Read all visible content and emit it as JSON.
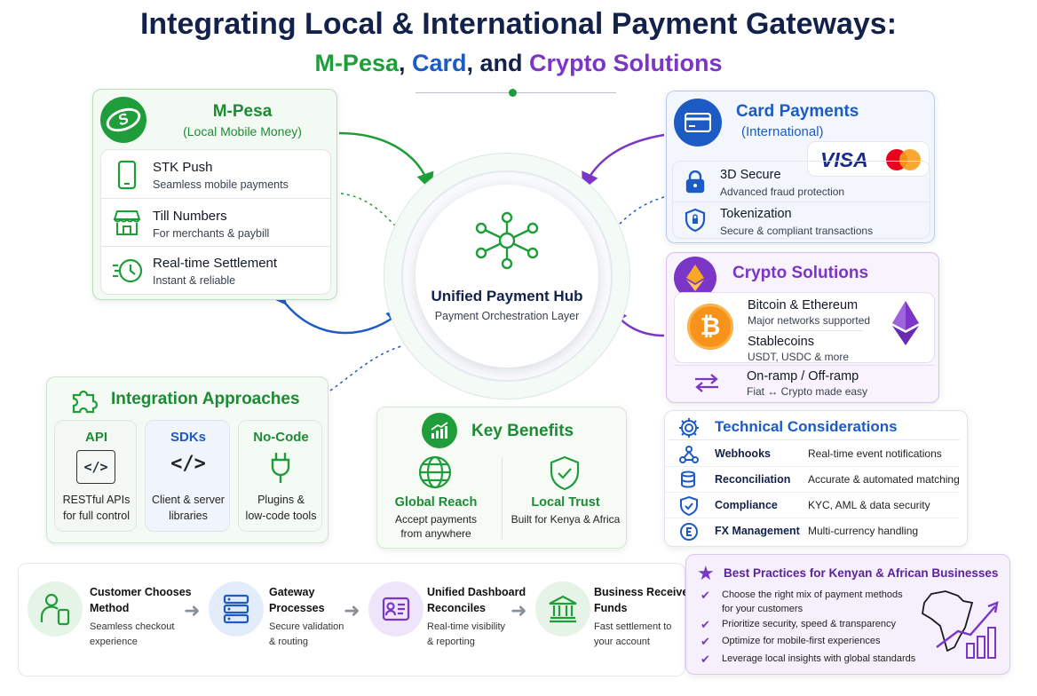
{
  "title": "Integrating Local & International Payment Gateways:",
  "subtitle": {
    "part1": "M-Pesa",
    "sep1": ", ",
    "part2": "Card",
    "sep2": ", and ",
    "part3": "Crypto Solutions"
  },
  "colors": {
    "green": "#1f9d3a",
    "blue": "#1d5bc4",
    "purple": "#7b35c7",
    "navy": "#13224a"
  },
  "mpesa": {
    "title": "M-Pesa",
    "subtitle": "(Local Mobile Money)",
    "logo_letter": "S",
    "items": [
      {
        "icon": "smartphone-icon",
        "title": "STK Push",
        "desc": "Seamless mobile payments"
      },
      {
        "icon": "store-icon",
        "title": "Till Numbers",
        "desc": "For merchants & paybill"
      },
      {
        "icon": "clock-icon",
        "title": "Real-time Settlement",
        "desc": "Instant & reliable"
      }
    ]
  },
  "cards": {
    "title": "Card Payments",
    "subtitle": "(International)",
    "visa": "VISA",
    "items": [
      {
        "icon": "lock-icon",
        "title": "3D Secure",
        "desc": "Advanced fraud protection"
      },
      {
        "icon": "shield-icon",
        "title": "Tokenization",
        "desc": "Secure & compliant transactions"
      }
    ]
  },
  "crypto": {
    "title": "Crypto Solutions",
    "items": [
      {
        "title": "Bitcoin & Ethereum",
        "desc": "Major networks supported"
      },
      {
        "title": "Stablecoins",
        "desc": "USDT, USDC & more"
      },
      {
        "title": "On-ramp / Off-ramp",
        "desc": "Fiat ↔ Crypto made easy"
      }
    ]
  },
  "hub": {
    "title": "Unified Payment Hub",
    "subtitle": "Payment Orchestration Layer"
  },
  "integration": {
    "title": "Integration Approaches",
    "options": [
      {
        "label": "API",
        "icon": "code-icon",
        "desc1": "RESTful APIs",
        "desc2": "for full control"
      },
      {
        "label": "SDKs",
        "icon": "code-icon",
        "desc1": "Client & server",
        "desc2": "libraries"
      },
      {
        "label": "No-Code",
        "icon": "plug-icon",
        "desc1": "Plugins &",
        "desc2": "low-code tools"
      }
    ]
  },
  "benefits": {
    "title": "Key Benefits",
    "items": [
      {
        "title": "Global Reach",
        "desc1": "Accept payments",
        "desc2": "from anywhere"
      },
      {
        "title": "Local Trust",
        "desc1": "Built for Kenya & Africa",
        "desc2": ""
      }
    ]
  },
  "technical": {
    "title": "Technical Considerations",
    "rows": [
      {
        "icon": "webhook-icon",
        "name": "Webhooks",
        "desc": "Real-time event notifications"
      },
      {
        "icon": "database-icon",
        "name": "Reconciliation",
        "desc": "Accurate & automated matching"
      },
      {
        "icon": "shield-check-icon",
        "name": "Compliance",
        "desc": "KYC, AML & data security"
      },
      {
        "icon": "currency-exchange-icon",
        "name": "FX Management",
        "desc": "Multi-currency handling"
      }
    ]
  },
  "flow": [
    {
      "title1": "Customer Chooses",
      "title2": "Method",
      "desc1": "Seamless checkout",
      "desc2": "experience",
      "color": "#1f9d3a"
    },
    {
      "title1": "Gateway",
      "title2": "Processes",
      "desc1": "Secure validation",
      "desc2": "& routing",
      "color": "#1d5bc4"
    },
    {
      "title1": "Unified Dashboard",
      "title2": "Reconciles",
      "desc1": "Real-time visibility",
      "desc2": "& reporting",
      "color": "#7b35c7"
    },
    {
      "title1": "Business Receives",
      "title2": "Funds",
      "desc1": "Fast settlement to",
      "desc2": "your account",
      "color": "#1f9d3a"
    }
  ],
  "best": {
    "title": "Best Practices for Kenyan & African Businesses",
    "items": [
      {
        "l1": "Choose the right mix of payment methods",
        "l2": "for your customers"
      },
      {
        "l1": "Prioritize security, speed & transparency",
        "l2": ""
      },
      {
        "l1": "Optimize for mobile-first experiences",
        "l2": ""
      },
      {
        "l1": "Leverage local insights with global standards",
        "l2": ""
      }
    ]
  }
}
